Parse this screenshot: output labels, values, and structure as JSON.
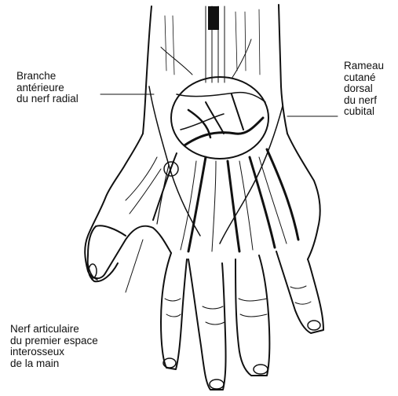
{
  "labels": {
    "radial": [
      "Branche",
      "antérieure",
      "du nerf radial"
    ],
    "cubital": [
      "Rameau",
      "cutané",
      "dorsal",
      "du nerf",
      "cubital"
    ],
    "articulaire": [
      "Nerf articulaire",
      "du premier espace",
      "interosseux",
      "de la main"
    ]
  }
}
